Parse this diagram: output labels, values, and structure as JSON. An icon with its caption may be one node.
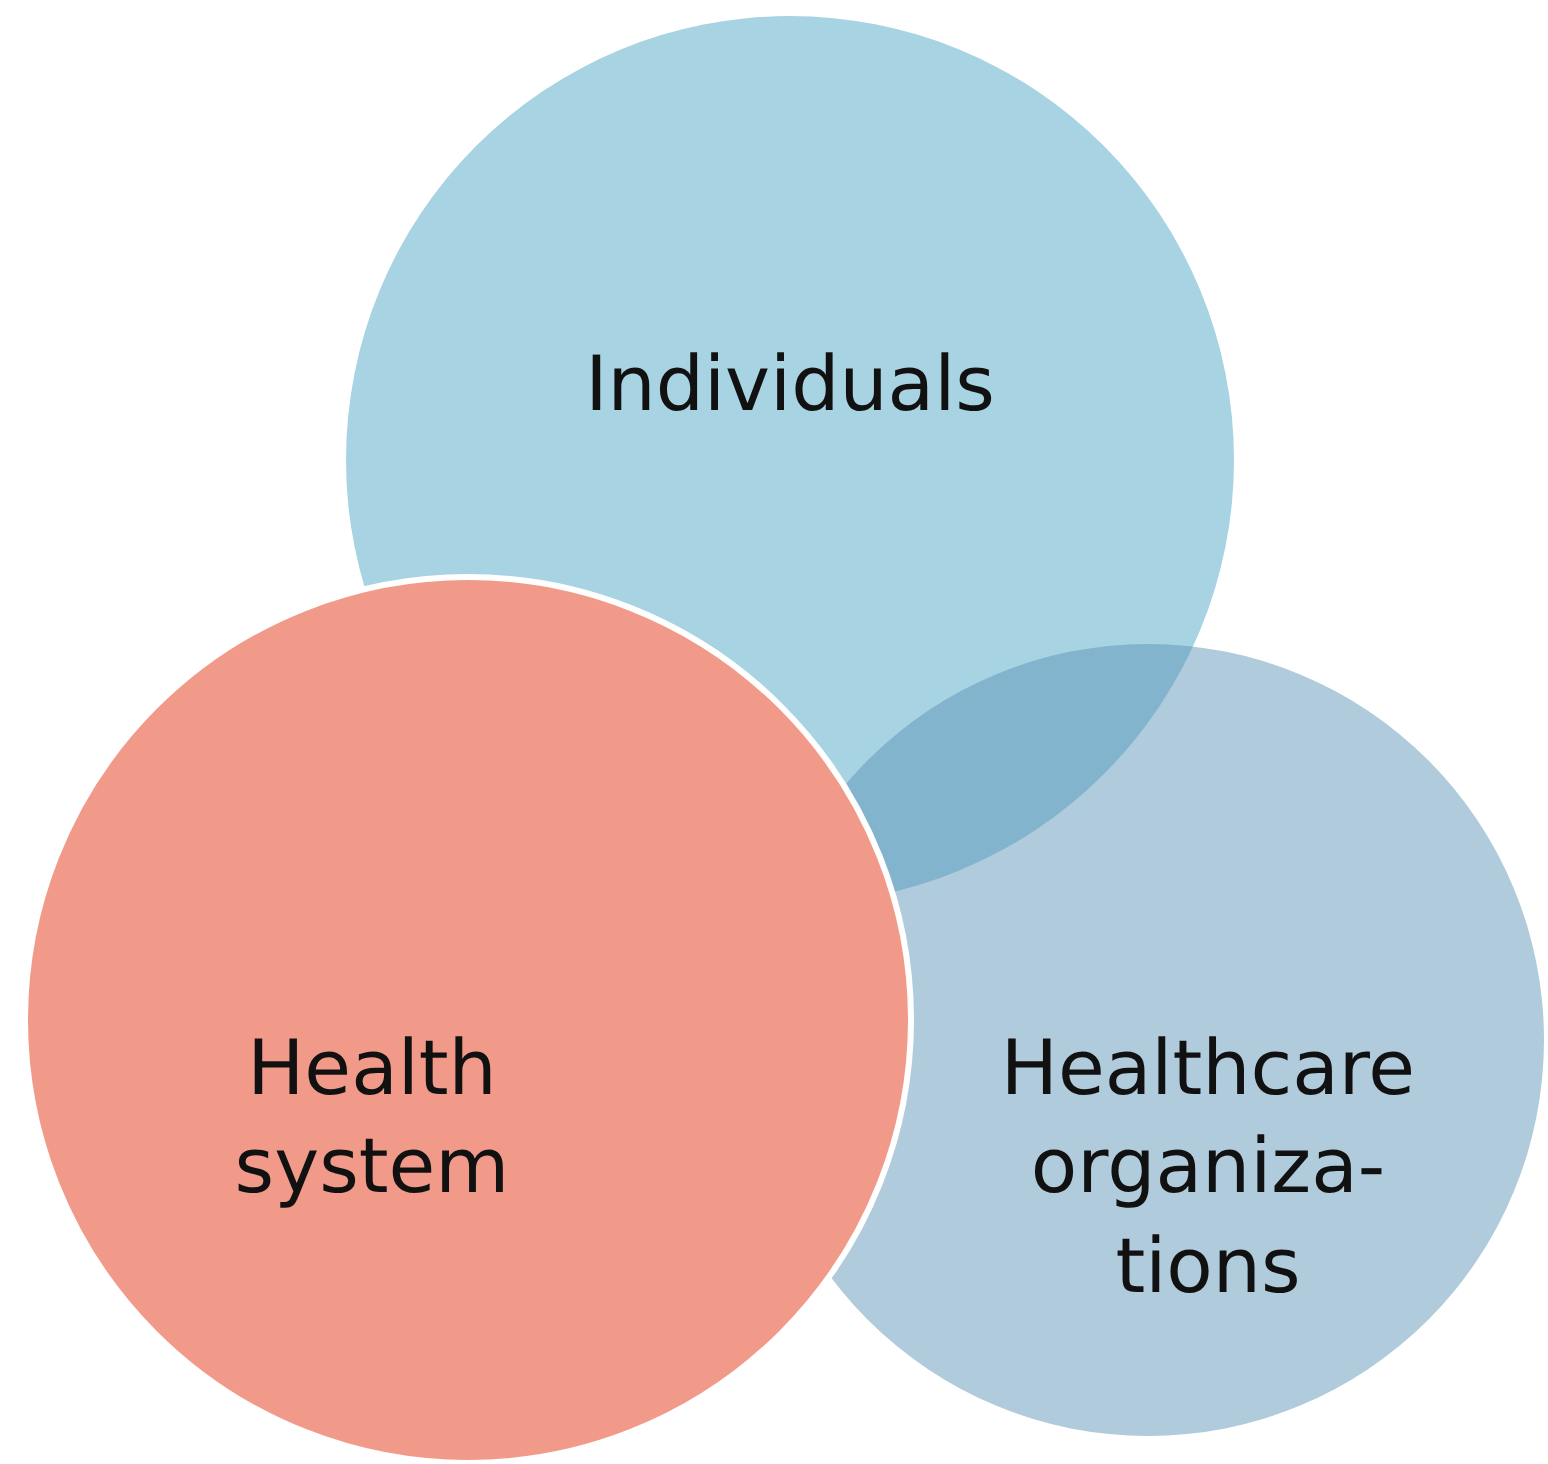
{
  "diagram": {
    "nodes": [
      {
        "text": [
          "Individuals"
        ]
      },
      {
        "text": [
          "Healthcare organiza- tions"
        ]
      },
      {
        "text": [
          "Health system"
        ]
      }
    ]
  }
}
